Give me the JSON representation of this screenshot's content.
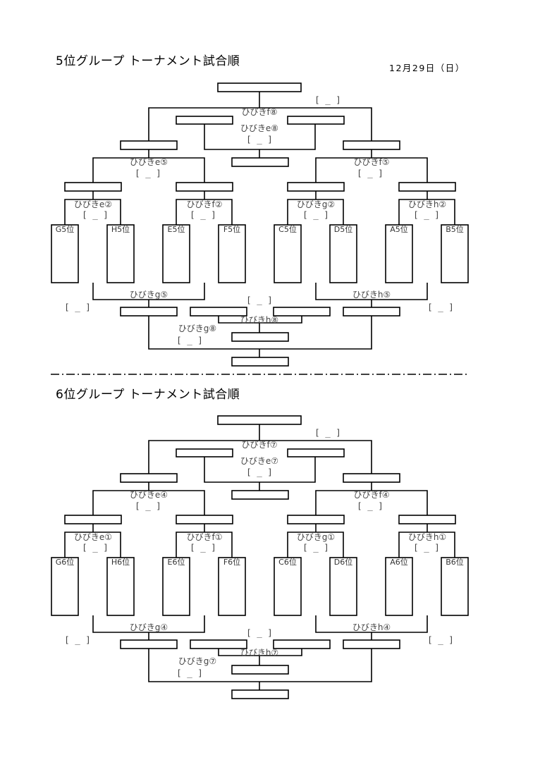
{
  "header": {
    "date": "12月29日（日）"
  },
  "sections": [
    {
      "title": "5位グループ トーナメント試合順",
      "teams": [
        "G5位",
        "H5位",
        "E5位",
        "F5位",
        "C5位",
        "D5位",
        "A5位",
        "B5位"
      ],
      "matches": {
        "q1": "ひびきe②",
        "q2": "ひびきf②",
        "q3": "ひびきg②",
        "q4": "ひびきh②",
        "s1": "ひびきe⑤",
        "s2": "ひびきf⑤",
        "final": "ひびきf⑧",
        "third": "ひびきe⑧",
        "cs1": "ひびきg⑤",
        "cs2": "ひびきh⑤",
        "cfinal": "ひびきg⑧",
        "cthird": "ひびきh⑧"
      },
      "court_placeholder": "[ _ ]"
    },
    {
      "title": "6位グループ トーナメント試合順",
      "teams": [
        "G6位",
        "H6位",
        "E6位",
        "F6位",
        "C6位",
        "D6位",
        "A6位",
        "B6位"
      ],
      "matches": {
        "q1": "ひびきe①",
        "q2": "ひびきf①",
        "q3": "ひびきg①",
        "q4": "ひびきh①",
        "s1": "ひびきe④",
        "s2": "ひびきf④",
        "final": "ひびきf⑦",
        "third": "ひびきe⑦",
        "cs1": "ひびきg④",
        "cs2": "ひびきh④",
        "cfinal": "ひびきg⑦",
        "cthird": "ひびきh⑦"
      },
      "court_placeholder": "[ _ ]"
    }
  ]
}
